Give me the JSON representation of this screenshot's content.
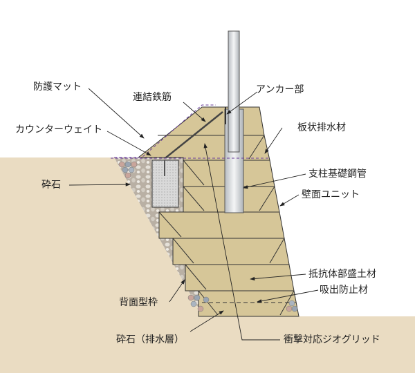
{
  "colors": {
    "ground": "#eadcc2",
    "unit": "#d6c698",
    "gravel": "#b9b0a4",
    "pipe": "#d9dcdf",
    "counterweight": "#d8d8d8",
    "mat": "#6a3d9a"
  },
  "labels": {
    "protection_mat": "防護マット",
    "tie_rebar": "連結鉄筋",
    "anchor": "アンカー部",
    "counterweight": "カウンターウェイト",
    "drain_board": "板状排水材",
    "crushed_stone": "砕石",
    "post_pipe": "支柱基礎鋼管",
    "wall_unit": "壁面ユニット",
    "fill": "抵抗体部盛土材",
    "suction_prevention": "吸出防止材",
    "back_form": "背面型枠",
    "drain_layer": "砕石（排水層）",
    "geogrid": "衝撃対応ジオグリッド"
  }
}
